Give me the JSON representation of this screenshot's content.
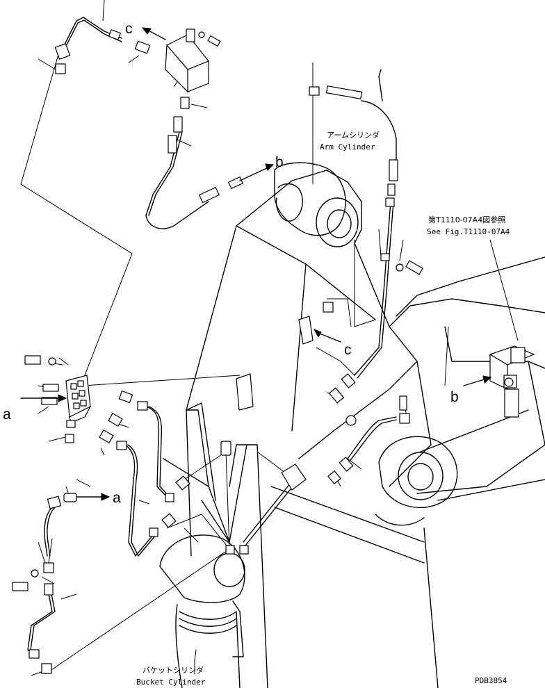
{
  "labels": {
    "arm_cylinder_jp": "アームシリンダ",
    "arm_cylinder_en": "Arm Cylinder",
    "see_fig_jp": "第T1110-07A4図参照",
    "see_fig_en": "See Fig.T1110-07A4",
    "bucket_cylinder_jp": "バケットシリンダ",
    "bucket_cylinder_en": "Bucket Cylinder",
    "drawing_code": "PDB3854"
  },
  "callouts": {
    "a1": "a",
    "a2": "a",
    "b1": "b",
    "b2": "b",
    "c1": "c",
    "c2": "c"
  }
}
